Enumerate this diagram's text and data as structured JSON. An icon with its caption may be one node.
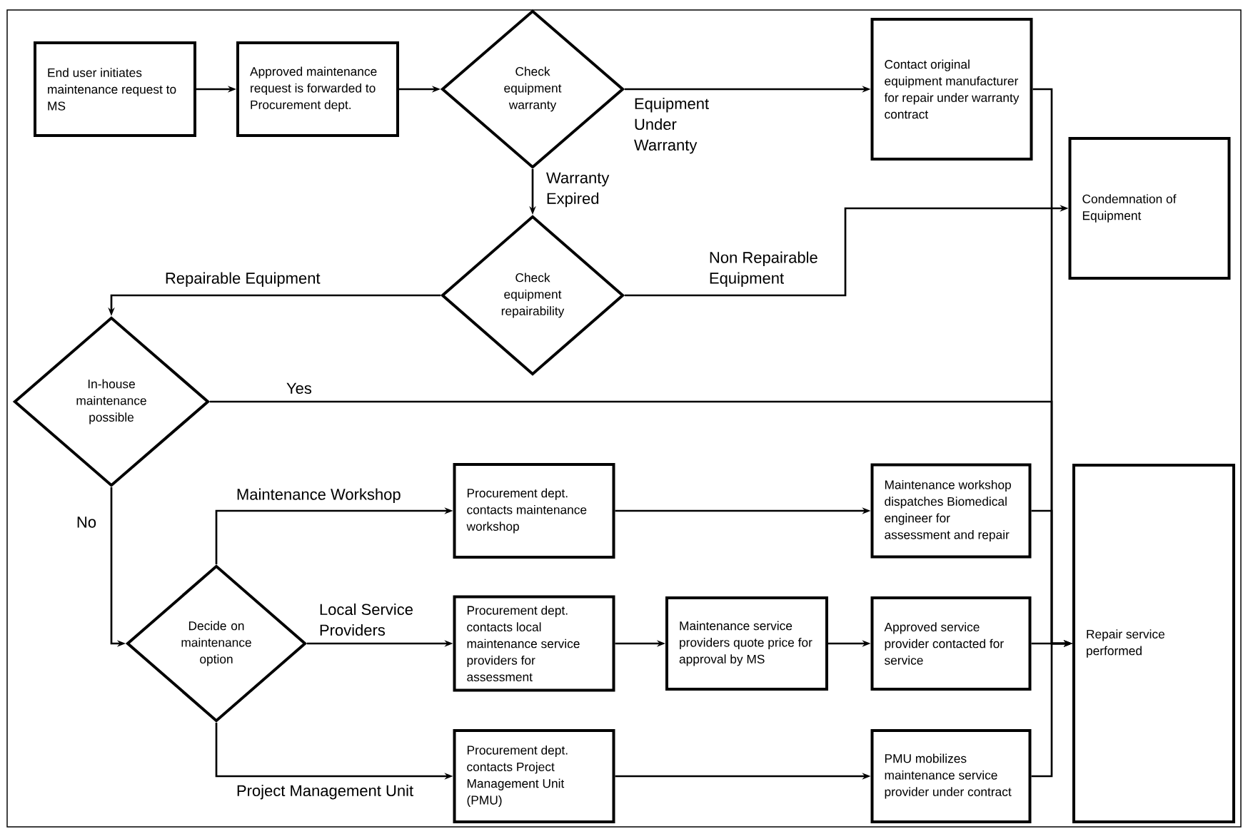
{
  "diagram": {
    "nodes": [
      {
        "text": [
          "End user initiates maintenance request to MS"
        ]
      },
      {
        "text": [
          "Approved maintenance request is forwarded to Procurement dept."
        ]
      },
      {
        "text": [
          "Check equipment warranty"
        ]
      },
      {
        "text": [
          "Contact original equipment manufacturer for repair under warranty contract"
        ]
      },
      {
        "text": [
          "Condemnation of Equipment"
        ]
      },
      {
        "text": [
          "Check equipment repairability"
        ]
      },
      {
        "text": [
          "In-house maintenance possible"
        ]
      },
      {
        "text": [
          "Decide on maintenance option"
        ]
      },
      {
        "text": [
          "Procurement dept. contacts maintenance workshop"
        ]
      },
      {
        "text": [
          "Maintenance workshop dispatches Biomedical engineer for assessment and repair"
        ]
      },
      {
        "text": [
          "Procurement dept. contacts local maintenance service providers for assessment"
        ]
      },
      {
        "text": [
          "Maintenance service providers quote price for approval by MS"
        ]
      },
      {
        "text": [
          "Approved service provider contacted for service"
        ]
      },
      {
        "text": [
          "Procurement dept. contacts Project Management Unit (PMU)"
        ]
      },
      {
        "text": [
          "PMU mobilizes maintenance service provider under contract"
        ]
      },
      {
        "text": [
          "Repair service performed"
        ]
      }
    ],
    "edges": [
      {
        "from": 0,
        "to": 1,
        "arrow": "to"
      },
      {
        "from": 1,
        "to": 2,
        "arrow": "to"
      },
      {
        "from": 2,
        "to": 3,
        "arrow": "to",
        "label": "Equipment Under Warranty"
      },
      {
        "from": 2,
        "to": 5,
        "arrow": "to",
        "label": "Warranty Expired"
      },
      {
        "from": 5,
        "to": 4,
        "arrow": "to",
        "label": "Non Repairable Equipment"
      },
      {
        "from": 5,
        "to": 6,
        "arrow": "to",
        "label": "Repairable Equipment"
      },
      {
        "from": 3,
        "to": 15,
        "arrow": "to"
      },
      {
        "from": 6,
        "to": 15,
        "arrow": "to",
        "label": "Yes"
      },
      {
        "from": 6,
        "to": 7,
        "arrow": "to",
        "label": "No"
      },
      {
        "from": 7,
        "to": 8,
        "arrow": "to",
        "label": "Maintenance Workshop"
      },
      {
        "from": 7,
        "to": 10,
        "arrow": "to",
        "label": "Local Service Providers"
      },
      {
        "from": 7,
        "to": 13,
        "arrow": "to",
        "label": "Project Management Unit"
      },
      {
        "from": 8,
        "to": 9,
        "arrow": "to"
      },
      {
        "from": 10,
        "to": 11,
        "arrow": "to"
      },
      {
        "from": 11,
        "to": 12,
        "arrow": "to"
      },
      {
        "from": 12,
        "to": 15,
        "arrow": "to"
      },
      {
        "from": 9,
        "to": 15,
        "arrow": "to"
      },
      {
        "from": 13,
        "to": 14,
        "arrow": "to"
      },
      {
        "from": 14,
        "to": 15,
        "arrow": "to"
      }
    ]
  }
}
